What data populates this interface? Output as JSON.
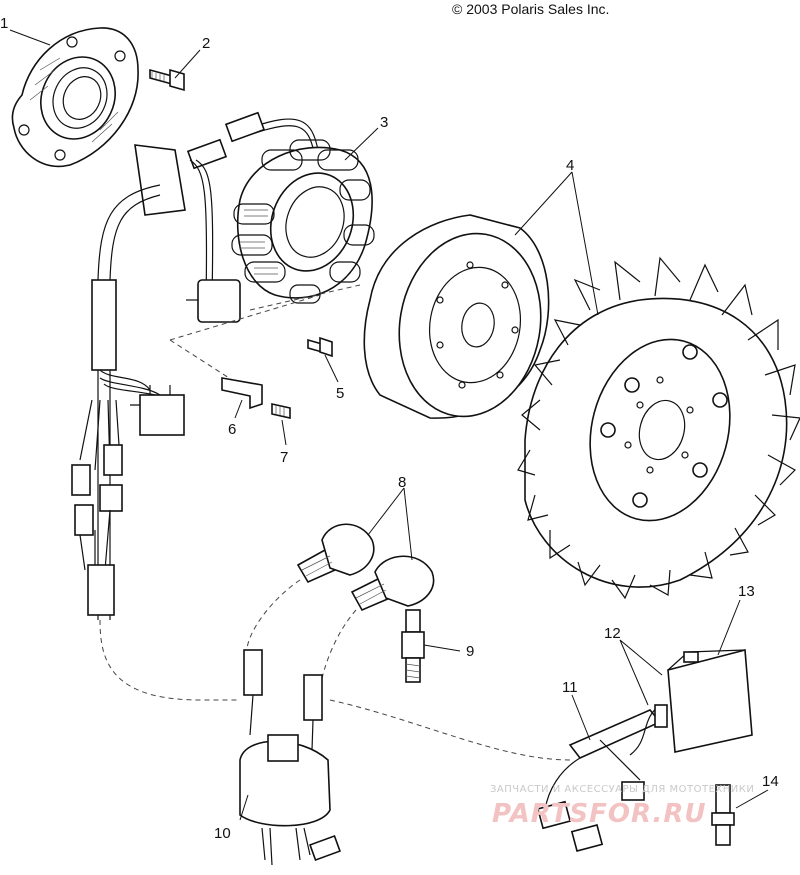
{
  "copyright": "© 2003 Polaris Sales Inc.",
  "watermark": {
    "top_text": "ЗАПЧАСТИ И АКСЕССУАРЫ ДЛЯ МОТОТЕХНИКИ",
    "logo_text": "PARTSFOR.RU",
    "color": "#e8a0a0"
  },
  "callouts": [
    {
      "id": "1",
      "label": "1"
    },
    {
      "id": "2",
      "label": "2"
    },
    {
      "id": "3",
      "label": "3"
    },
    {
      "id": "4",
      "label": "4"
    },
    {
      "id": "5",
      "label": "5"
    },
    {
      "id": "6",
      "label": "6"
    },
    {
      "id": "7",
      "label": "7"
    },
    {
      "id": "8",
      "label": "8"
    },
    {
      "id": "9",
      "label": "9"
    },
    {
      "id": "10",
      "label": "10"
    },
    {
      "id": "11",
      "label": "11"
    },
    {
      "id": "12",
      "label": "12"
    },
    {
      "id": "13",
      "label": "13"
    },
    {
      "id": "14",
      "label": "14"
    }
  ]
}
